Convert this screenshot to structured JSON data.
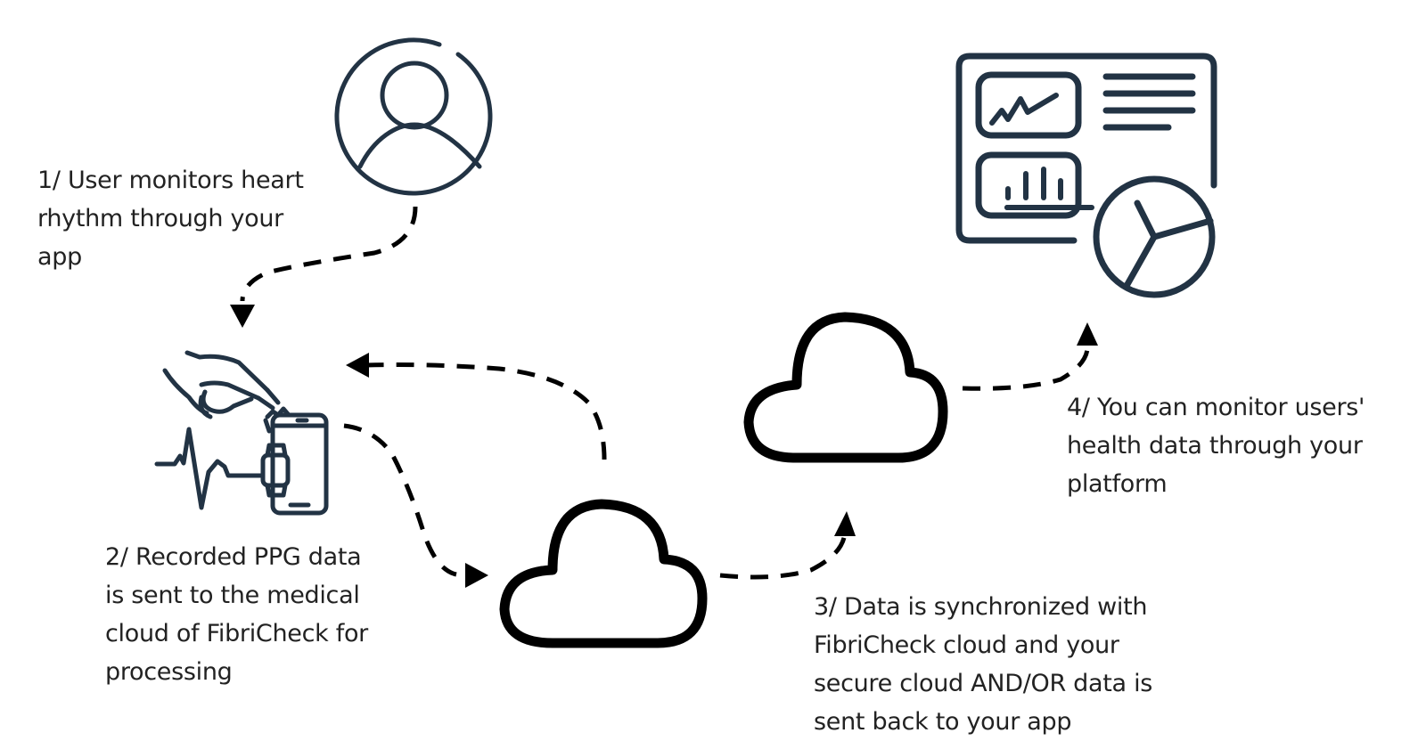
{
  "diagram": {
    "steps": [
      {
        "id": "1",
        "lines": [
          "1/ User monitors  heart",
          "rhythm through your",
          "app"
        ]
      },
      {
        "id": "2",
        "lines": [
          "2/ Recorded PPG data",
          "is sent to the medical",
          "cloud of FibriCheck for",
          "processing"
        ]
      },
      {
        "id": "3",
        "lines": [
          "3/ Data is synchronized  with",
          "FibriCheck cloud and your",
          "secure cloud AND/OR data is",
          "sent back to your app"
        ]
      },
      {
        "id": "4",
        "lines": [
          "4/ You can monitor users'",
          "health data through your",
          "platform"
        ]
      }
    ],
    "nodes": [
      {
        "name": "user",
        "icon": "user-avatar-icon"
      },
      {
        "name": "measurement-device",
        "icon": "finger-on-phone-heartbeat-icon"
      },
      {
        "name": "fibricheck-cloud",
        "icon": "cloud-icon"
      },
      {
        "name": "secure-cloud",
        "icon": "cloud-icon"
      },
      {
        "name": "platform-dashboard",
        "icon": "dashboard-icon"
      }
    ],
    "edges": [
      {
        "from": "user",
        "to": "measurement-device",
        "style": "dashed"
      },
      {
        "from": "measurement-device",
        "to": "fibricheck-cloud",
        "style": "dashed"
      },
      {
        "from": "fibricheck-cloud",
        "to": "measurement-device",
        "style": "dashed"
      },
      {
        "from": "fibricheck-cloud",
        "to": "secure-cloud",
        "style": "dashed"
      },
      {
        "from": "secure-cloud",
        "to": "platform-dashboard",
        "style": "dashed"
      }
    ],
    "colors": {
      "icon": "#223344",
      "arrows": "#000000",
      "text": "#222222",
      "background": "#ffffff"
    }
  }
}
